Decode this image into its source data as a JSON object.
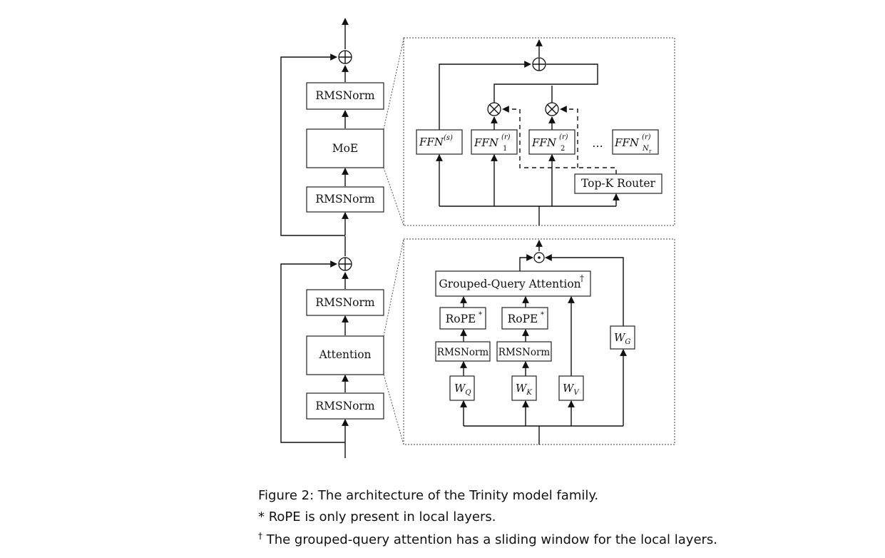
{
  "diagram": {
    "left_column": {
      "moe_block": {
        "norm_top": "RMSNorm",
        "core": "MoE",
        "norm_bottom": "RMSNorm"
      },
      "attention_block": {
        "norm_top": "RMSNorm",
        "core": "Attention",
        "norm_bottom": "RMSNorm"
      }
    },
    "moe_detail": {
      "shared_expert": {
        "base": "FFN",
        "sup": "(s)"
      },
      "routed_expert_1": {
        "base": "FFN",
        "sup": "(r)",
        "sub": "1"
      },
      "routed_expert_2": {
        "base": "FFN",
        "sup": "(r)",
        "sub": "2"
      },
      "ellipsis": "…",
      "routed_expert_n": {
        "base": "FFN",
        "sup": "(r)",
        "sub": "N",
        "sub_sub": "r"
      },
      "router": "Top-K Router"
    },
    "attention_detail": {
      "gqa": "Grouped-Query Attention",
      "gqa_mark": "†",
      "rope_q": "RoPE",
      "rope_k": "RoPE",
      "rope_mark": "*",
      "norm_q": "RMSNorm",
      "norm_k": "RMSNorm",
      "wq": {
        "base": "W",
        "sub": "Q"
      },
      "wk": {
        "base": "W",
        "sub": "K"
      },
      "wv": {
        "base": "W",
        "sub": "V"
      },
      "wg": {
        "base": "W",
        "sub": "G"
      }
    }
  },
  "caption": {
    "title": "Figure 2: The architecture of the Trinity model family.",
    "note_1_mark": "*",
    "note_1": " RoPE is only present in local layers.",
    "note_2_mark": "†",
    "note_2": " The grouped-query attention has a sliding window for the local layers."
  }
}
